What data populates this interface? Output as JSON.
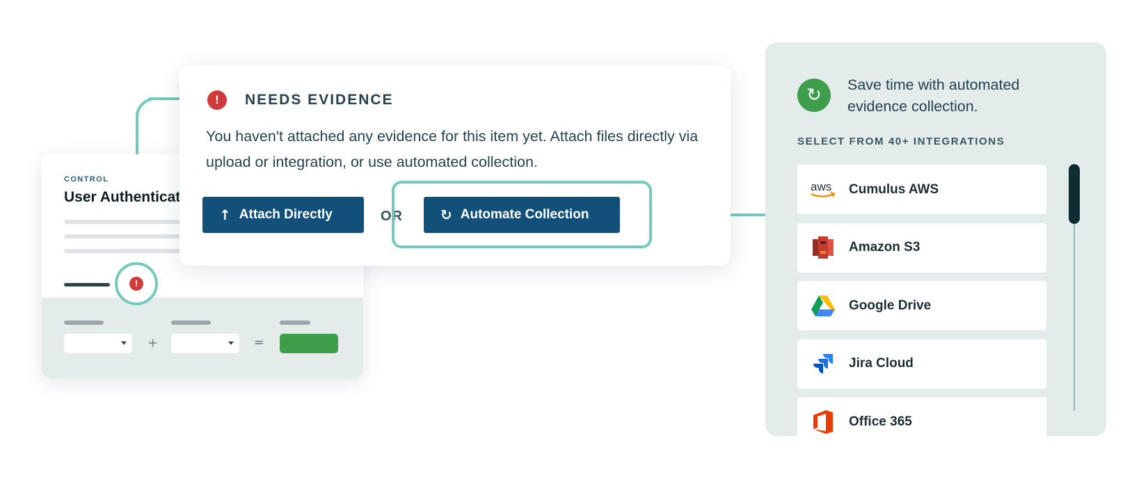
{
  "control_card": {
    "eyebrow": "CONTROL",
    "title": "User Authentication",
    "alert_icon": "exclamation-icon",
    "operators": {
      "plus": "+",
      "equals": "="
    }
  },
  "evidence_card": {
    "status_icon": "exclamation-icon",
    "heading": "NEEDS EVIDENCE",
    "body": "You haven't attached any evidence for this item yet. Attach files directly via upload or integration, or use automated collection.",
    "attach_button": {
      "label": "Attach Directly",
      "icon": "arrow-up-icon"
    },
    "or_label": "OR",
    "automate_button": {
      "label": "Automate Collection",
      "icon": "refresh-icon"
    }
  },
  "integrations_panel": {
    "badge_icon": "refresh-icon",
    "headline": "Save time with automated evidence collection.",
    "subheading": "SELECT FROM 40+ INTEGRATIONS",
    "items": [
      {
        "name": "Cumulus AWS",
        "icon": "aws-logo-icon"
      },
      {
        "name": "Amazon S3",
        "icon": "amazon-s3-icon"
      },
      {
        "name": "Google Drive",
        "icon": "google-drive-icon"
      },
      {
        "name": "Jira Cloud",
        "icon": "jira-icon"
      },
      {
        "name": "Office 365",
        "icon": "office-365-icon"
      }
    ]
  },
  "colors": {
    "primary_button": "#12507a",
    "accent_teal": "#74c8bd",
    "alert_red": "#cf3b3b",
    "success_green": "#3f9e4c",
    "panel_bg": "#e3ebeb"
  }
}
